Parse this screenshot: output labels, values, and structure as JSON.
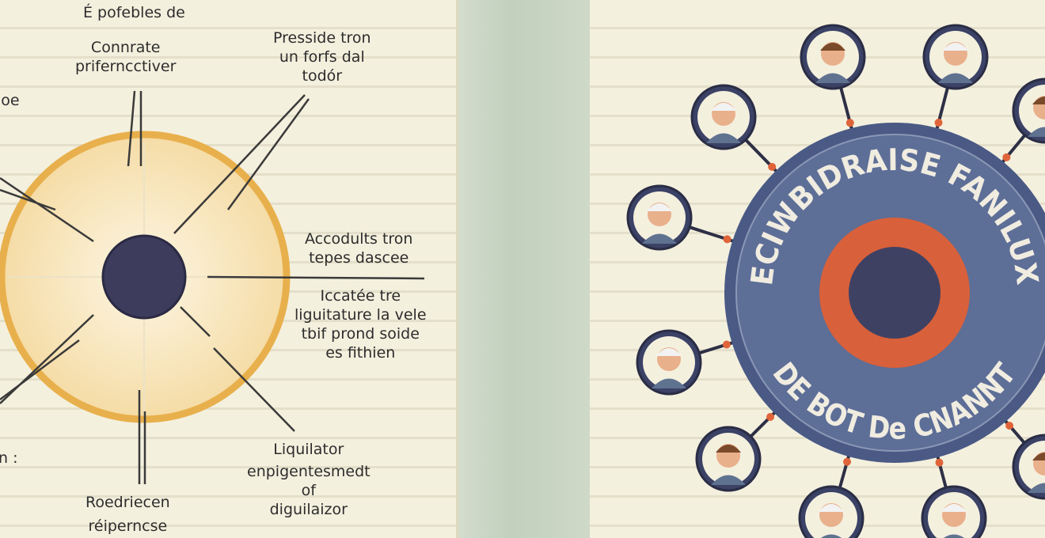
{
  "left_diagram": {
    "labels": {
      "top": [
        "É pofebles de"
      ],
      "top_center": [
        "Connrate",
        "priferncctiver"
      ],
      "top_right": [
        "Presside tron",
        "un forfs dal",
        "todór"
      ],
      "left_edge_top": [
        "ioe"
      ],
      "right_upper": [
        "Accodults tron",
        "tepes dascee"
      ],
      "right_lower": [
        "Iccatée tre",
        "liguitature la vele",
        "tbif prond soide",
        "es fithien"
      ],
      "left_edge_bottom": [
        "n :"
      ],
      "bottom_center": [
        "Roedriecen",
        "réiperncse"
      ],
      "bottom_right": [
        "Liquilator",
        "enpigentesmedt",
        "of",
        "diguilaizor"
      ]
    },
    "colors": {
      "ring": "#e9b24e",
      "fill": "#f8e6bd",
      "core": "#3e3c5c"
    }
  },
  "right_diagram": {
    "ring_text_top": "ECIWBIDRAISE FANILUX",
    "ring_text_bottom": "DE BOT De CNANNT",
    "avatar_count": 12,
    "colors": {
      "outer": "#4a5a85",
      "ring": "#5d6e97",
      "accent": "#d8603a",
      "core": "#3f4163",
      "node": "#e0643a"
    }
  }
}
